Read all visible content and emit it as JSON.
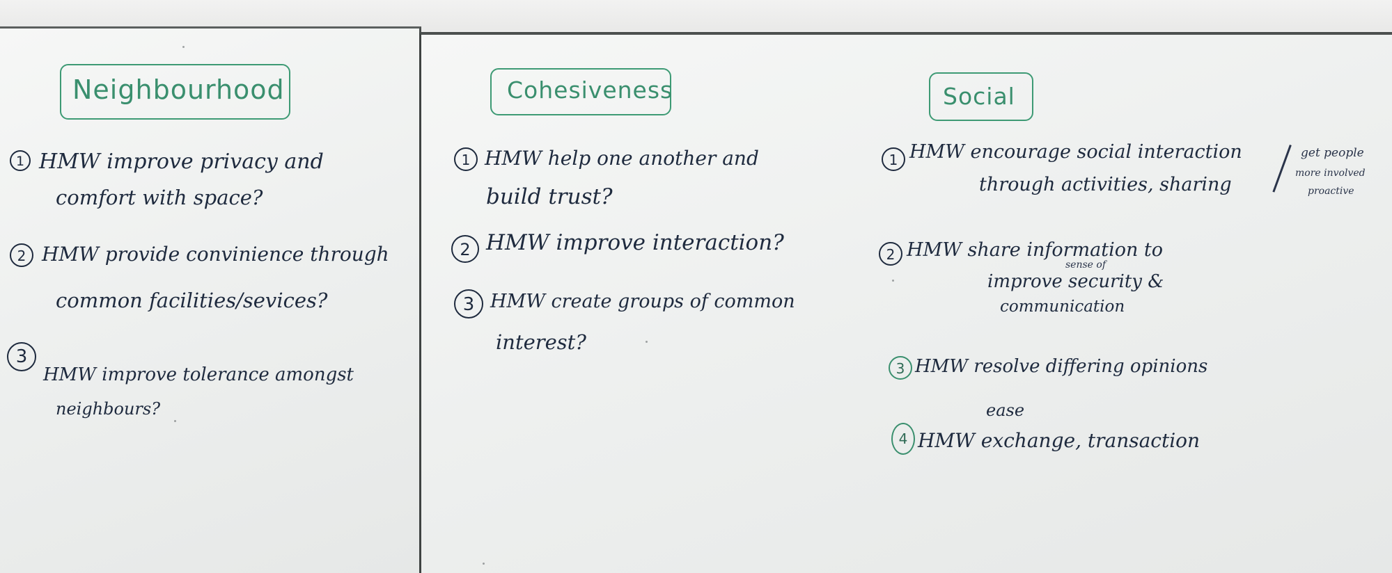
{
  "columns": {
    "neighbourhood": {
      "heading": "Neighbourhood",
      "items": [
        {
          "number": "1",
          "line1": "HMW improve privacy and",
          "line2": "comfort with space?"
        },
        {
          "number": "2",
          "line1": "HMW provide convinience through",
          "line2": "common facilities/sevices?"
        },
        {
          "number": "3",
          "line1": "HMW improve tolerance amongst",
          "line2": "neighbours?"
        }
      ]
    },
    "cohesiveness": {
      "heading": "Cohesiveness",
      "items": [
        {
          "number": "1",
          "line1": "HMW help one another and",
          "line2": "build trust?"
        },
        {
          "number": "2",
          "line1": "HMW improve interaction?"
        },
        {
          "number": "3",
          "line1": "HMW create groups of common",
          "line2": "interest?"
        }
      ]
    },
    "social": {
      "heading": "Social",
      "items": [
        {
          "number": "1",
          "line1": "HMW encourage social interaction",
          "line2": "through activities, sharing"
        },
        {
          "number": "2",
          "line1": "HMW share information to",
          "insert": "sense of",
          "line2": "improve security &",
          "line3": "communication"
        },
        {
          "number": "3",
          "line1": "HMW resolve differing opinions"
        },
        {
          "number": "4",
          "insert": "ease",
          "line1": "HMW exchange, transaction"
        }
      ],
      "side_note": [
        "get people",
        "more involved",
        "proactive"
      ]
    }
  }
}
